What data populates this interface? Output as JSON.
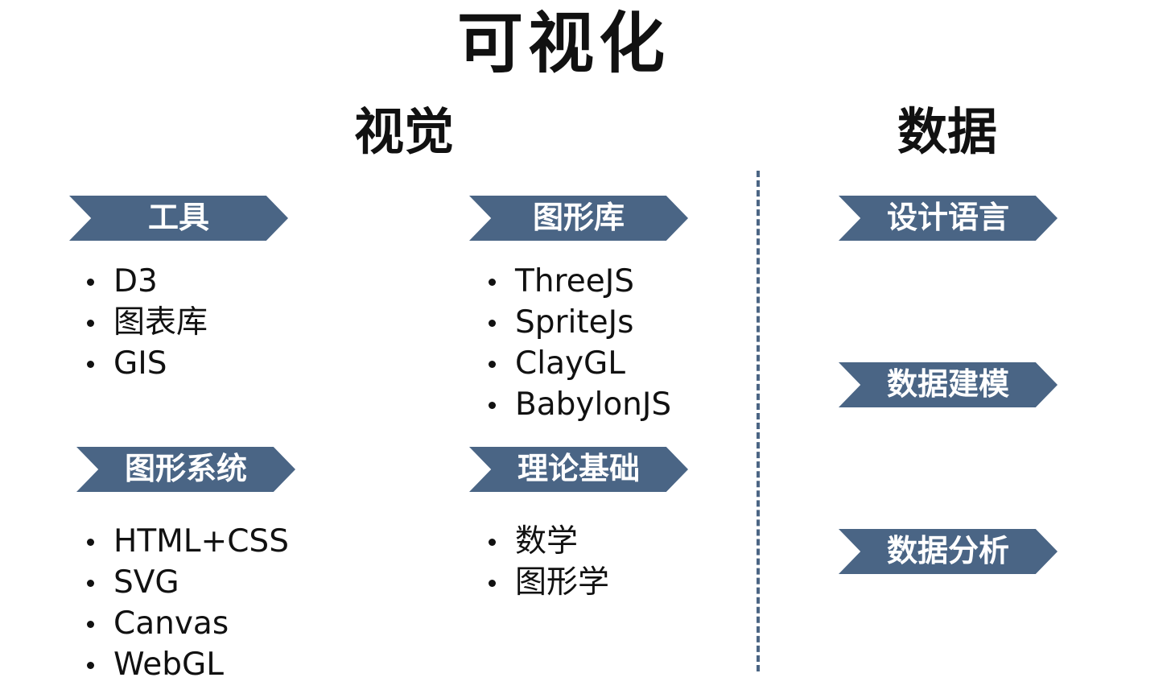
{
  "title": "可视化",
  "sections": {
    "visual": "视觉",
    "data": "数据"
  },
  "visual": {
    "tools": {
      "heading": "工具",
      "items": [
        "D3",
        "图表库",
        "GIS"
      ]
    },
    "graphics_library": {
      "heading": "图形库",
      "items": [
        "ThreeJS",
        "SpriteJs",
        "ClayGL",
        "BabylonJS"
      ]
    },
    "graphics_system": {
      "heading": "图形系统",
      "items": [
        "HTML+CSS",
        "SVG",
        "Canvas",
        "WebGL"
      ]
    },
    "theory": {
      "heading": "理论基础",
      "items": [
        "数学",
        "图形学"
      ]
    }
  },
  "data": {
    "stages": [
      "设计语言",
      "数据建模",
      "数据分析"
    ]
  },
  "colors": {
    "chevron_fill": "#4a6585",
    "chevron_text": "#ffffff",
    "divider": "#4b6584",
    "text": "#111111"
  }
}
